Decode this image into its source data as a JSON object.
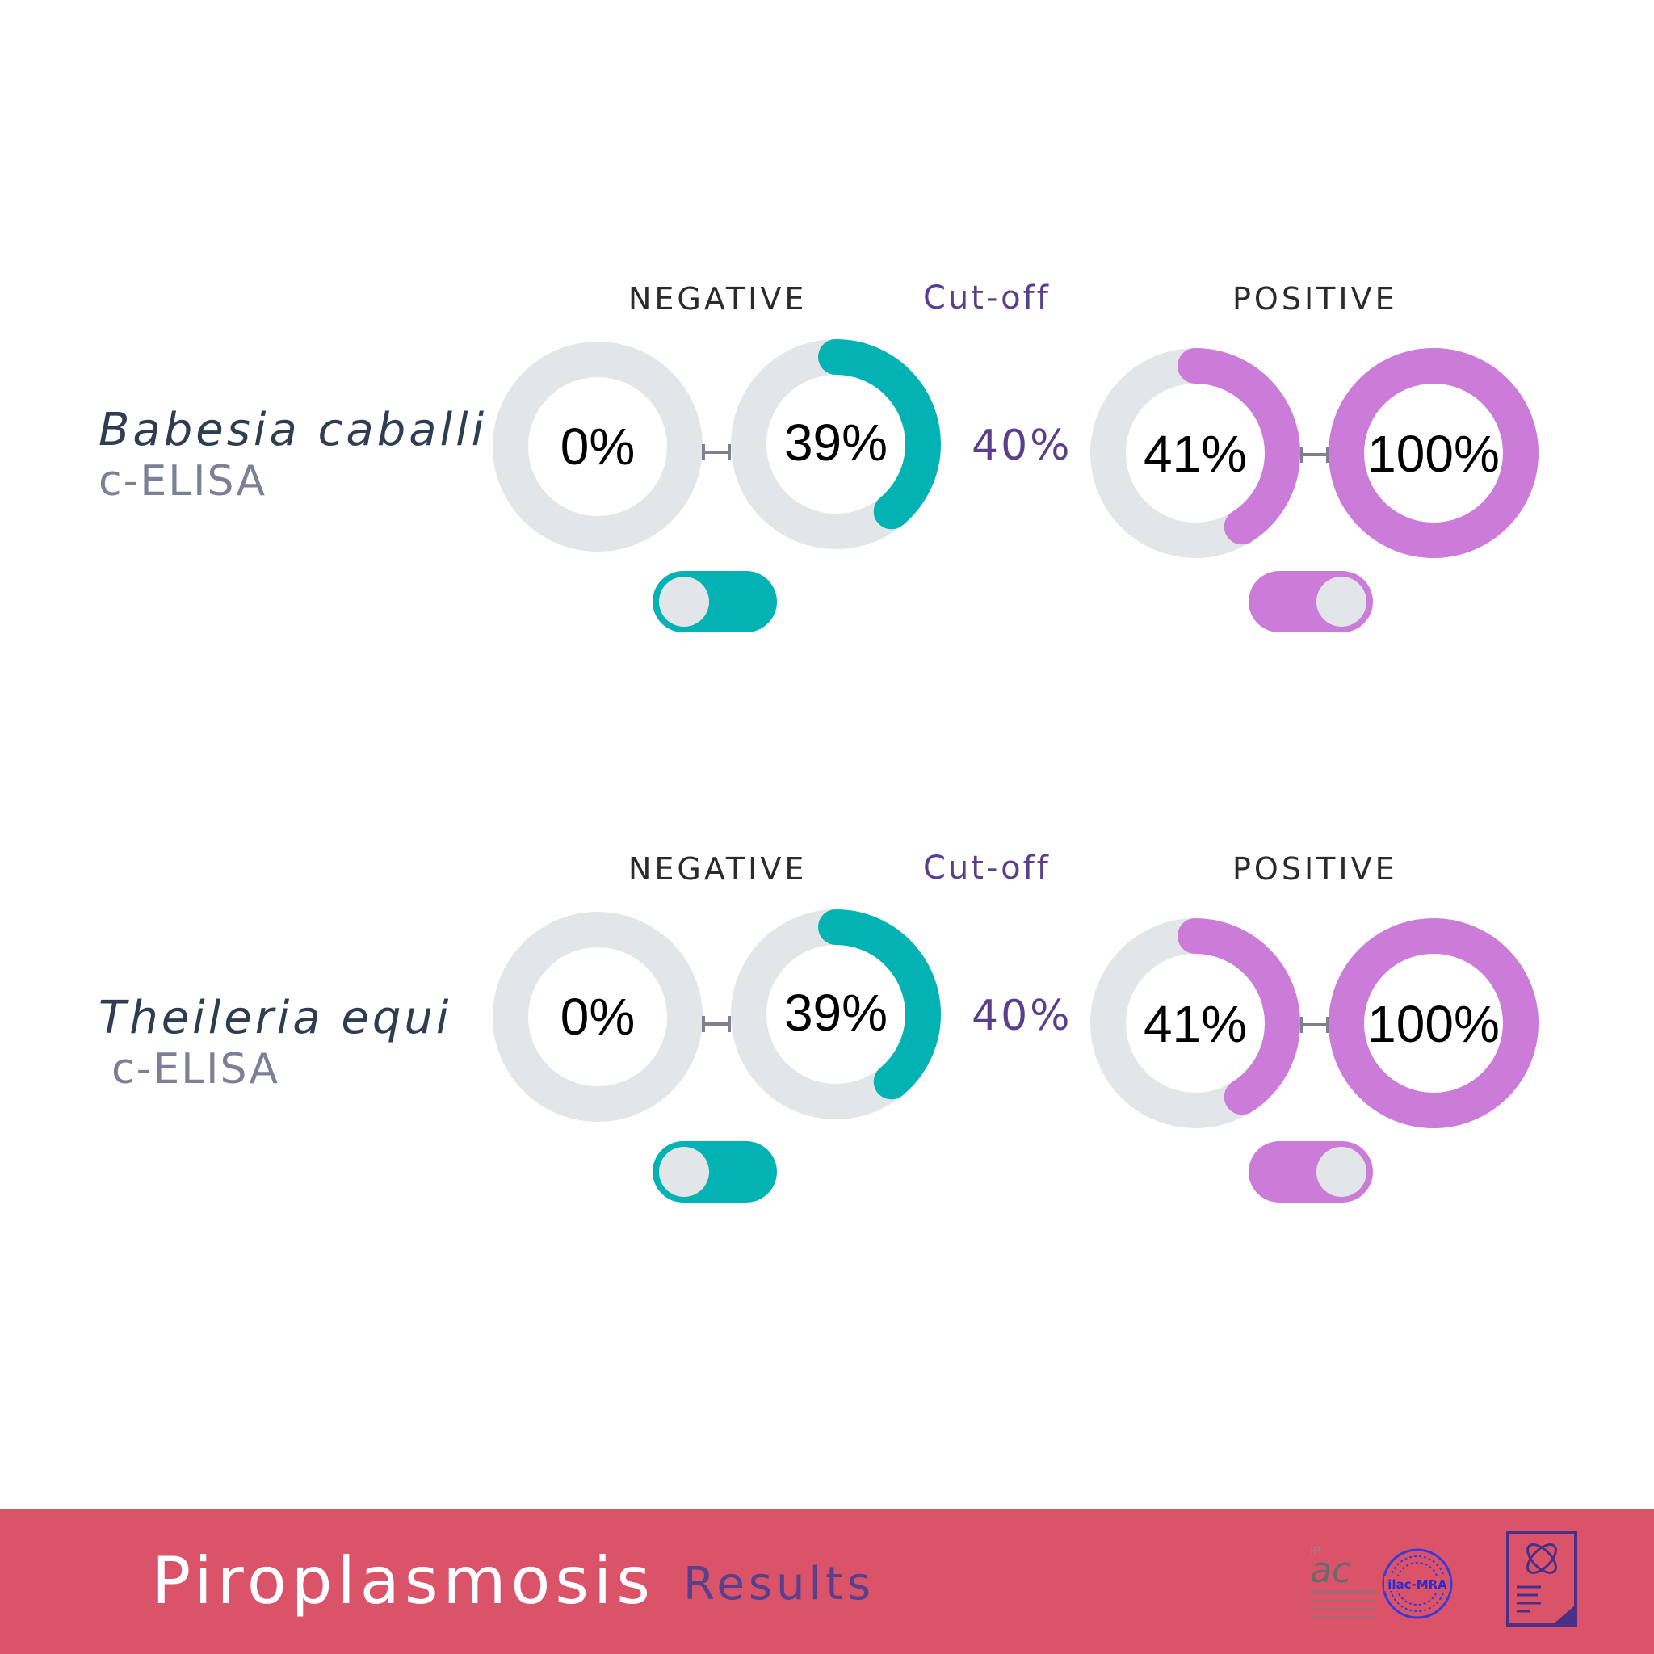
{
  "colors": {
    "negative": "#03b3b4",
    "positive": "#cb7cd8",
    "track": "#e3e6e9",
    "cutoff": "#5a3f8c",
    "footer": "#da5369",
    "connector": "#7e8090"
  },
  "assays": [
    {
      "species": "Babesia caballi",
      "method": "c-ELISA",
      "negative_label": "NEGATIVE",
      "cutoff_label": "Cut-off",
      "cutoff_value": "40%",
      "positive_label": "POSITIVE",
      "rings": [
        {
          "label": "0%",
          "value": 0,
          "type": "negative"
        },
        {
          "label": "39%",
          "value": 39,
          "type": "negative"
        },
        {
          "label": "41%",
          "value": 41,
          "type": "positive"
        },
        {
          "label": "100%",
          "value": 100,
          "type": "positive"
        }
      ],
      "negative_toggle_on": true,
      "positive_toggle_on": true
    },
    {
      "species": "Theileria equi",
      "method": "c-ELISA",
      "negative_label": "NEGATIVE",
      "cutoff_label": "Cut-off",
      "cutoff_value": "40%",
      "positive_label": "POSITIVE",
      "rings": [
        {
          "label": "0%",
          "value": 0,
          "type": "negative"
        },
        {
          "label": "39%",
          "value": 39,
          "type": "negative"
        },
        {
          "label": "41%",
          "value": 41,
          "type": "positive"
        },
        {
          "label": "100%",
          "value": 100,
          "type": "positive"
        }
      ],
      "negative_toggle_on": true,
      "positive_toggle_on": true
    }
  ],
  "footer": {
    "title": "Piroplasmosis",
    "subtitle": "Results",
    "logo_ipac": "ipac-accreditation-logo",
    "logo_ilac": "ilac-mra-logo",
    "report_icon": "report-document-icon"
  }
}
